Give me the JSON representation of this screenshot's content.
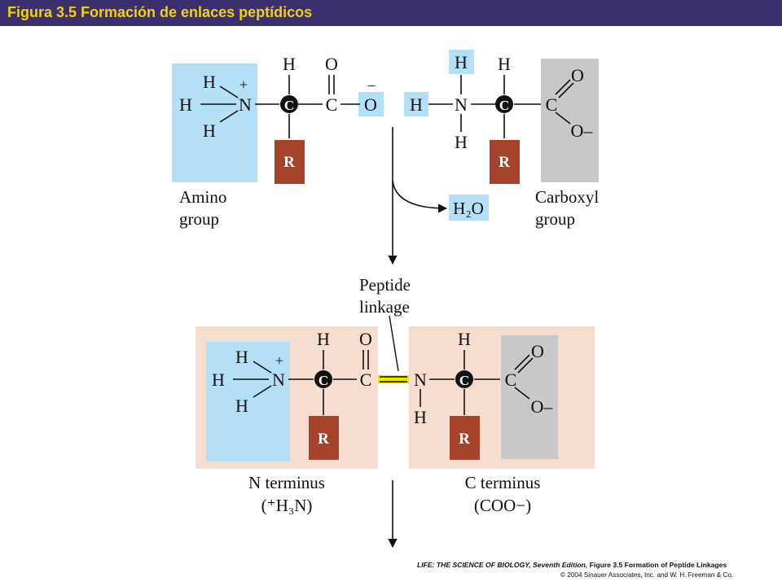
{
  "header": {
    "title": "Figura 3.5  Formación de enlaces peptídicos"
  },
  "colors": {
    "header_bg": "#3b2f6e",
    "header_text": "#f1d300",
    "amino_box": "#b3e0f7",
    "carboxyl_box": "#c8c8ca",
    "r_group": "#a5442a",
    "peptide_bg": "#f5ddd0",
    "peptide_bond": "#f3e400"
  },
  "atoms": {
    "H": "H",
    "N": "N",
    "C": "C",
    "O": "O",
    "R": "R",
    "plus": "+",
    "minus": "–",
    "O_minus": "O–"
  },
  "labels": {
    "amino_group": [
      "Amino",
      "group"
    ],
    "carboxyl_group": [
      "Carboxyl",
      "group"
    ],
    "water": "H₂O",
    "peptide_linkage": [
      "Peptide",
      "linkage"
    ],
    "n_terminus": "N terminus",
    "n_terminus_formula": "(⁺H₃N)",
    "c_terminus": "C terminus",
    "c_terminus_formula": "(COO−)"
  },
  "credit": {
    "line1_italic": "LIFE: THE SCIENCE OF BIOLOGY, Seventh Edition,",
    "line1_rest": " Figure 3.5 Formation of Peptide Linkages",
    "line2": "© 2004 Sinauer Associates, Inc. and W. H. Freeman & Co."
  }
}
